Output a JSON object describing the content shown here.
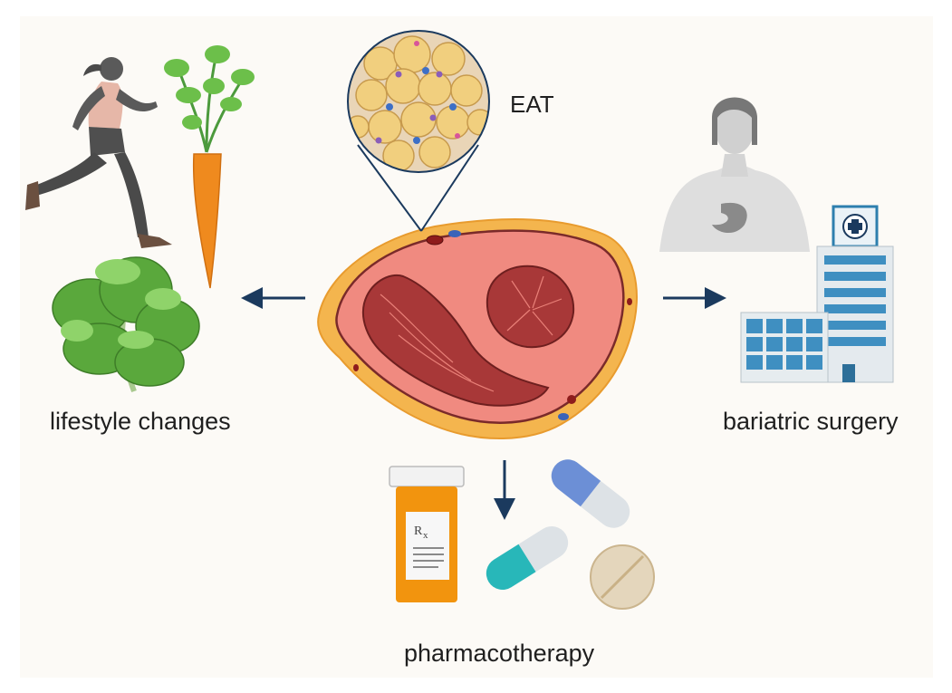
{
  "labels": {
    "lifestyle": "lifestyle changes",
    "surgery": "bariatric surgery",
    "pharmacotherapy": "pharmacotherapy",
    "eat": "EAT"
  },
  "colors": {
    "background": "#fcfaf6",
    "arrow": "#1b3a5e",
    "myocardium": "#f08a80",
    "fat": "#f2b24a",
    "cavity": "#a83838",
    "adipocyte": "#f1cf7e"
  }
}
